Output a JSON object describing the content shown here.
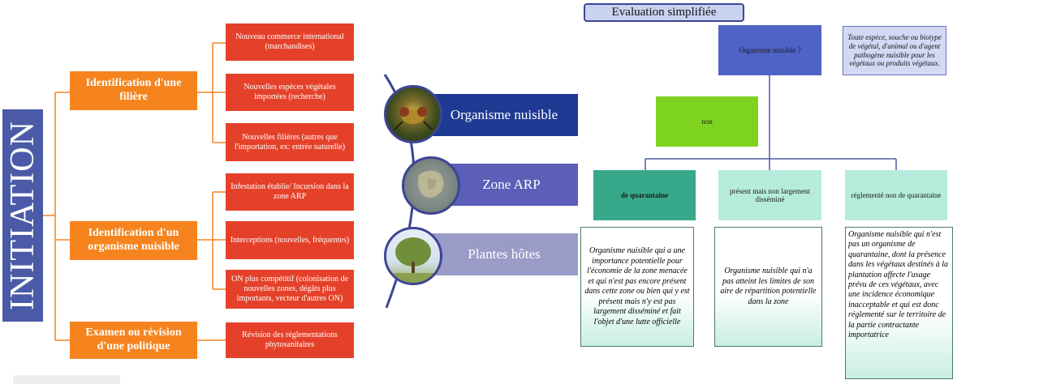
{
  "initiation": {
    "label": "INITIATION"
  },
  "left": {
    "categories": [
      {
        "label": "Identification d'une filière",
        "items": [
          "Nouveau commerce international (marchandises)",
          "Nouvelles espèces végétales importées (recherche)",
          "Nouvelles filières (autres que l'importation, ex: entrée naturelle)"
        ]
      },
      {
        "label": "Identification d'un organisme nuisible",
        "items": [
          "Infestation établie/ Incursion dans la zone ARP",
          "Interceptions (nouvelles, fréquentes)",
          "ON plus compétitif (colonisation de nouvelles zones, dégâts plus importants, vecteur d'autres ON)"
        ]
      },
      {
        "label": "Examen ou révision d'une politique",
        "items": [
          "Révision des réglementations phytosanitaires"
        ]
      }
    ]
  },
  "middle": {
    "items": [
      {
        "label": "Organisme nuisible",
        "color": "#1f3a93"
      },
      {
        "label": "Zone ARP",
        "color": "#5b5fb8"
      },
      {
        "label": "Plantes hôtes",
        "color": "#9b9bc7"
      }
    ]
  },
  "right": {
    "title": "Evaluation simplifiée",
    "question": "Organisme nuisible ?",
    "definition": "Toute espèce, souche ou biotype de végétal, d'animal ou d'agent pathogène nuisible pour les végétaux ou produits végétaux.",
    "answer": "non",
    "categories": [
      {
        "label": "de quarantaine",
        "description": "Organisme nuisible qui a une importance potentielle pour l'économie de la zone menacée et qui n'est pas encore présent dans cette zone ou bien qui y est présent mais n'y est pas largement disséminé et fait l'objet d'une lutte officielle"
      },
      {
        "label": "présent mais non largement disséminé",
        "description": "Organisme nuisible qui n'a pas atteint les limites de son aire de répartition potentielle dans la zone"
      },
      {
        "label": "réglementé non de quarantaine",
        "description": "Organisme nuisible qui n'est pas un organisme de quarantaine, dont la présence dans les végétaux destinés à la plantation affecte l'usage prévu de ces végétaux, avec une incidence économique inacceptable et qui est donc réglementé sur le territoire de la partie contractante importatrice"
      }
    ]
  }
}
